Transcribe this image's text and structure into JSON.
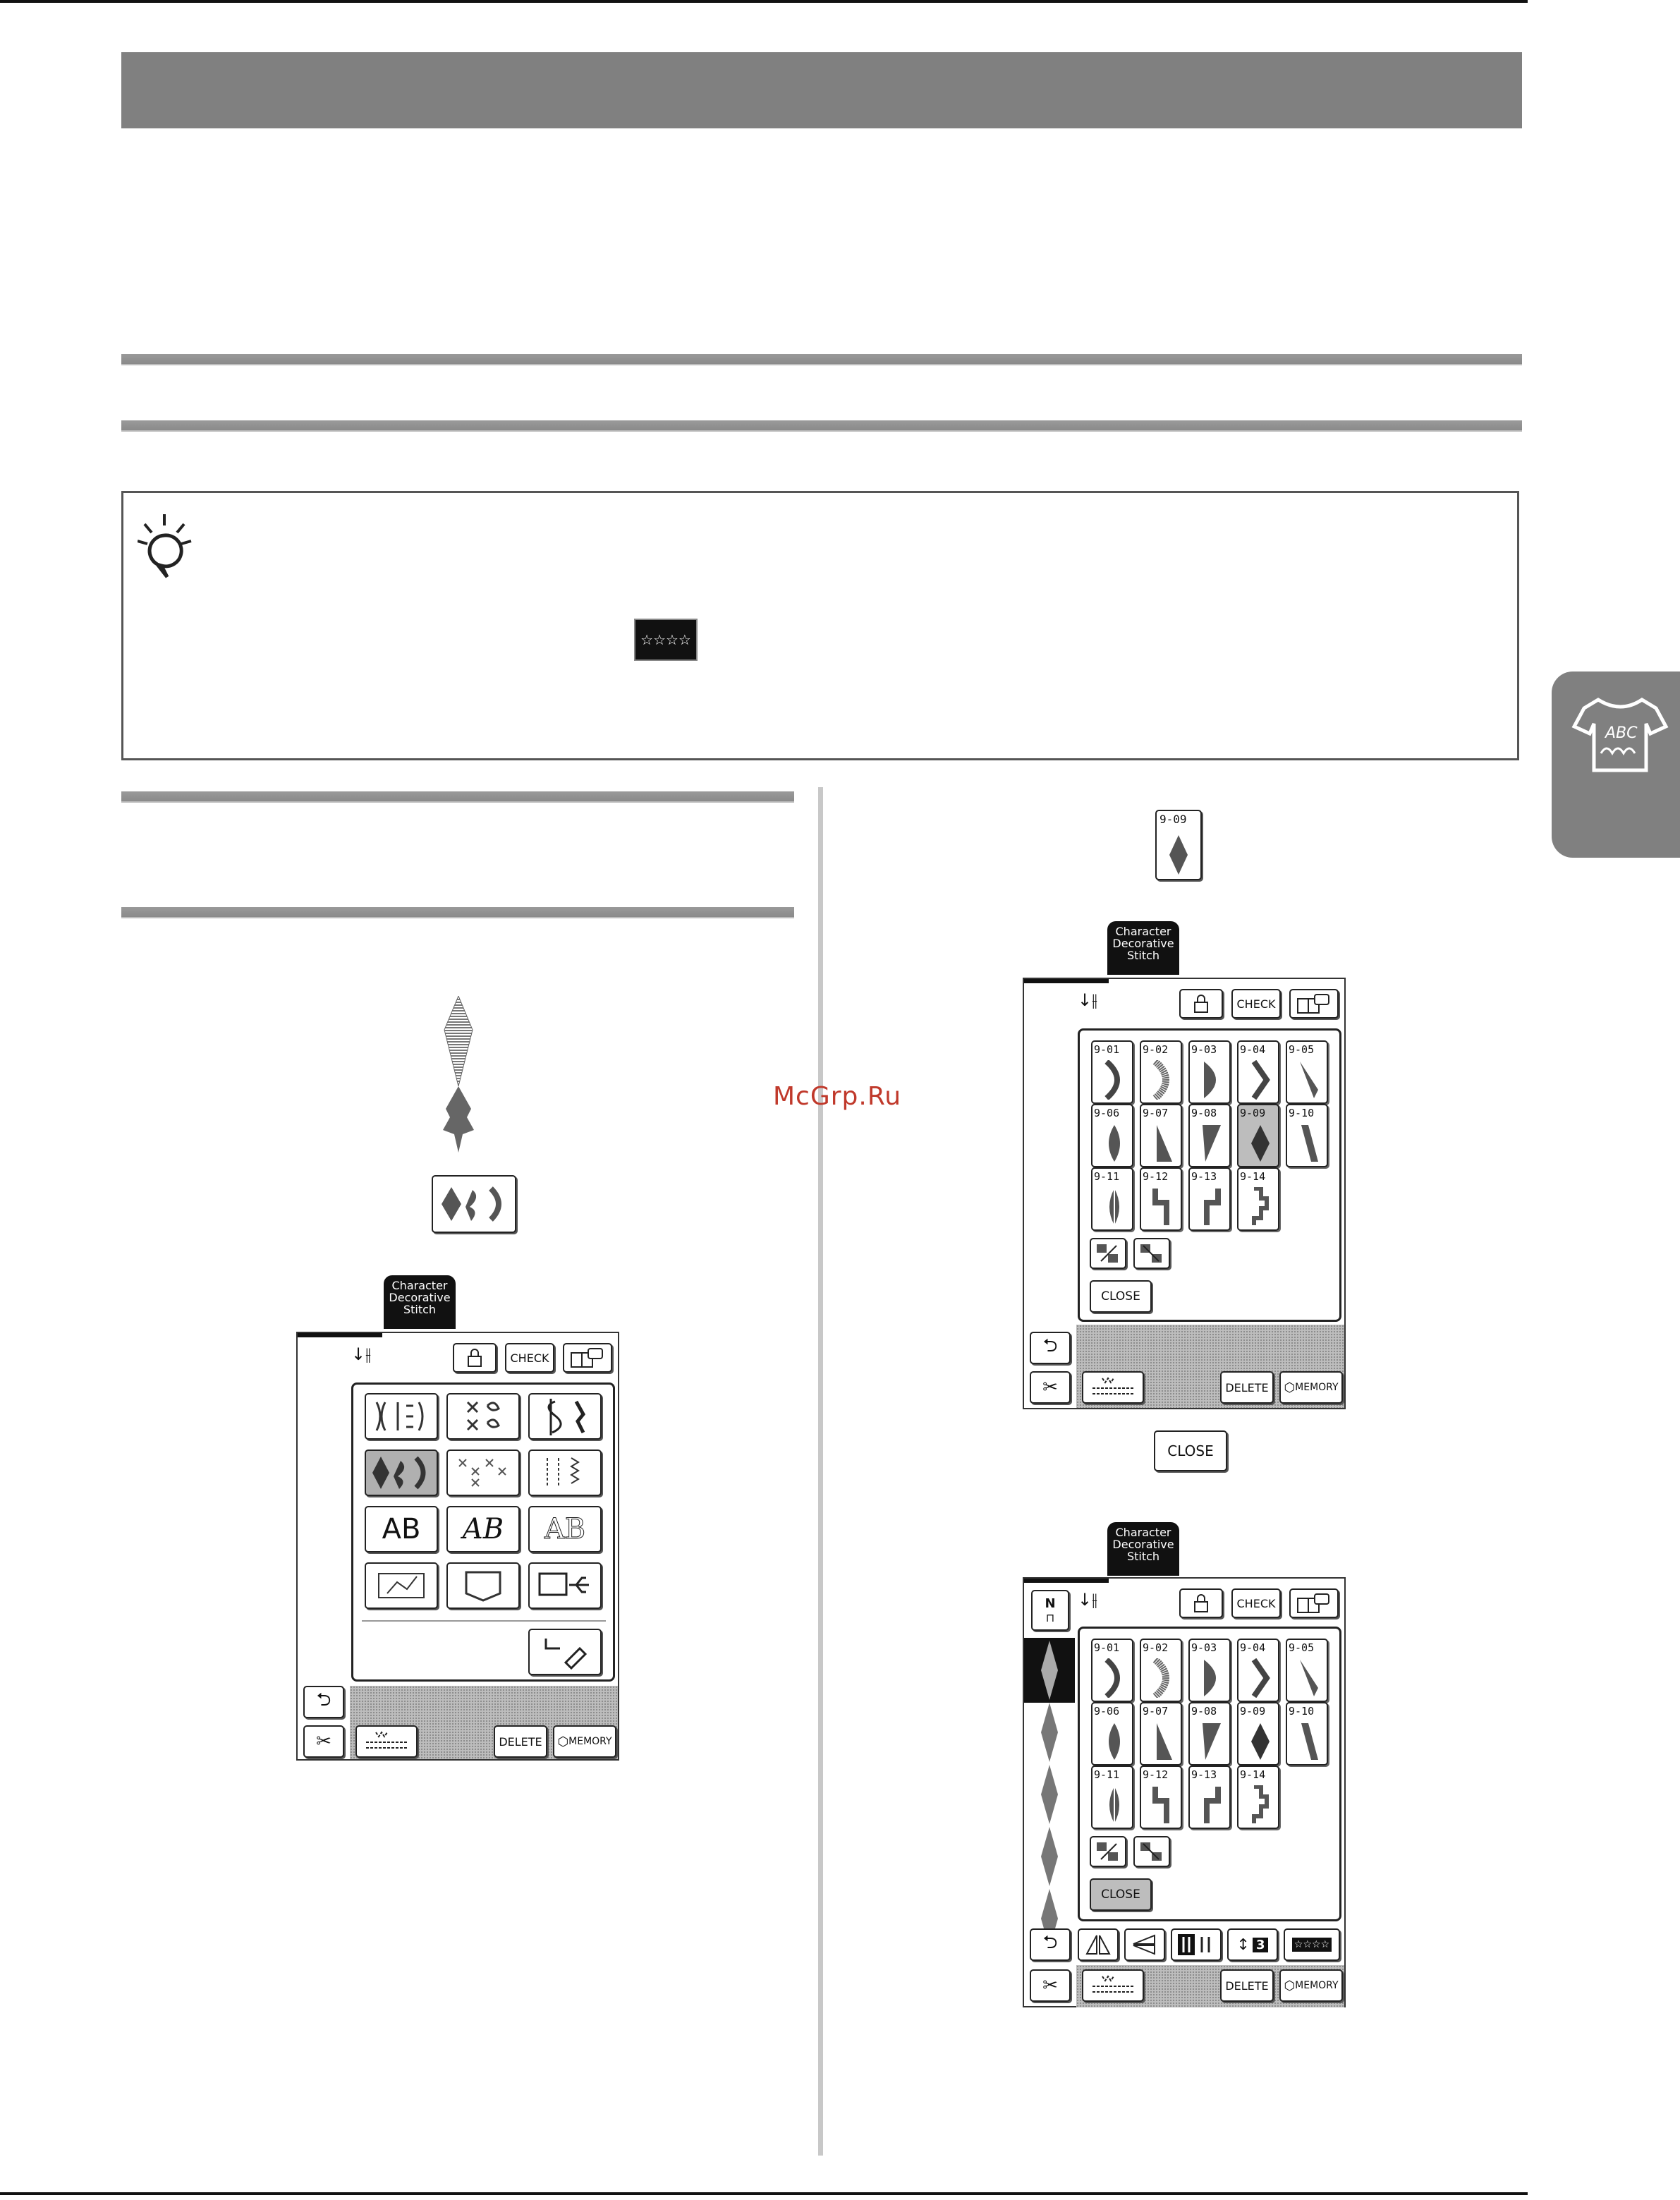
{
  "note_icon_stars": "☆☆☆☆",
  "watermark": "McGrp.Ru",
  "side_tab": {
    "text": "ABC"
  },
  "key_icon_label": "9-09",
  "screen_tab": "Character\nDecorative\nStitch",
  "buttons": {
    "check": "CHECK",
    "delete": "DELETE",
    "memory": "MEMORY",
    "close": "CLOSE"
  },
  "category_labels": [
    "AB",
    "AB",
    "AB"
  ],
  "stitch_codes": [
    "9-01",
    "9-02",
    "9-03",
    "9-04",
    "9-05",
    "9-06",
    "9-07",
    "9-08",
    "9-09",
    "9-10",
    "9-11",
    "9-12",
    "9-13",
    "9-14"
  ],
  "selected_stitch": "9-09",
  "screen3": {
    "n_label": "N",
    "count": "3"
  }
}
